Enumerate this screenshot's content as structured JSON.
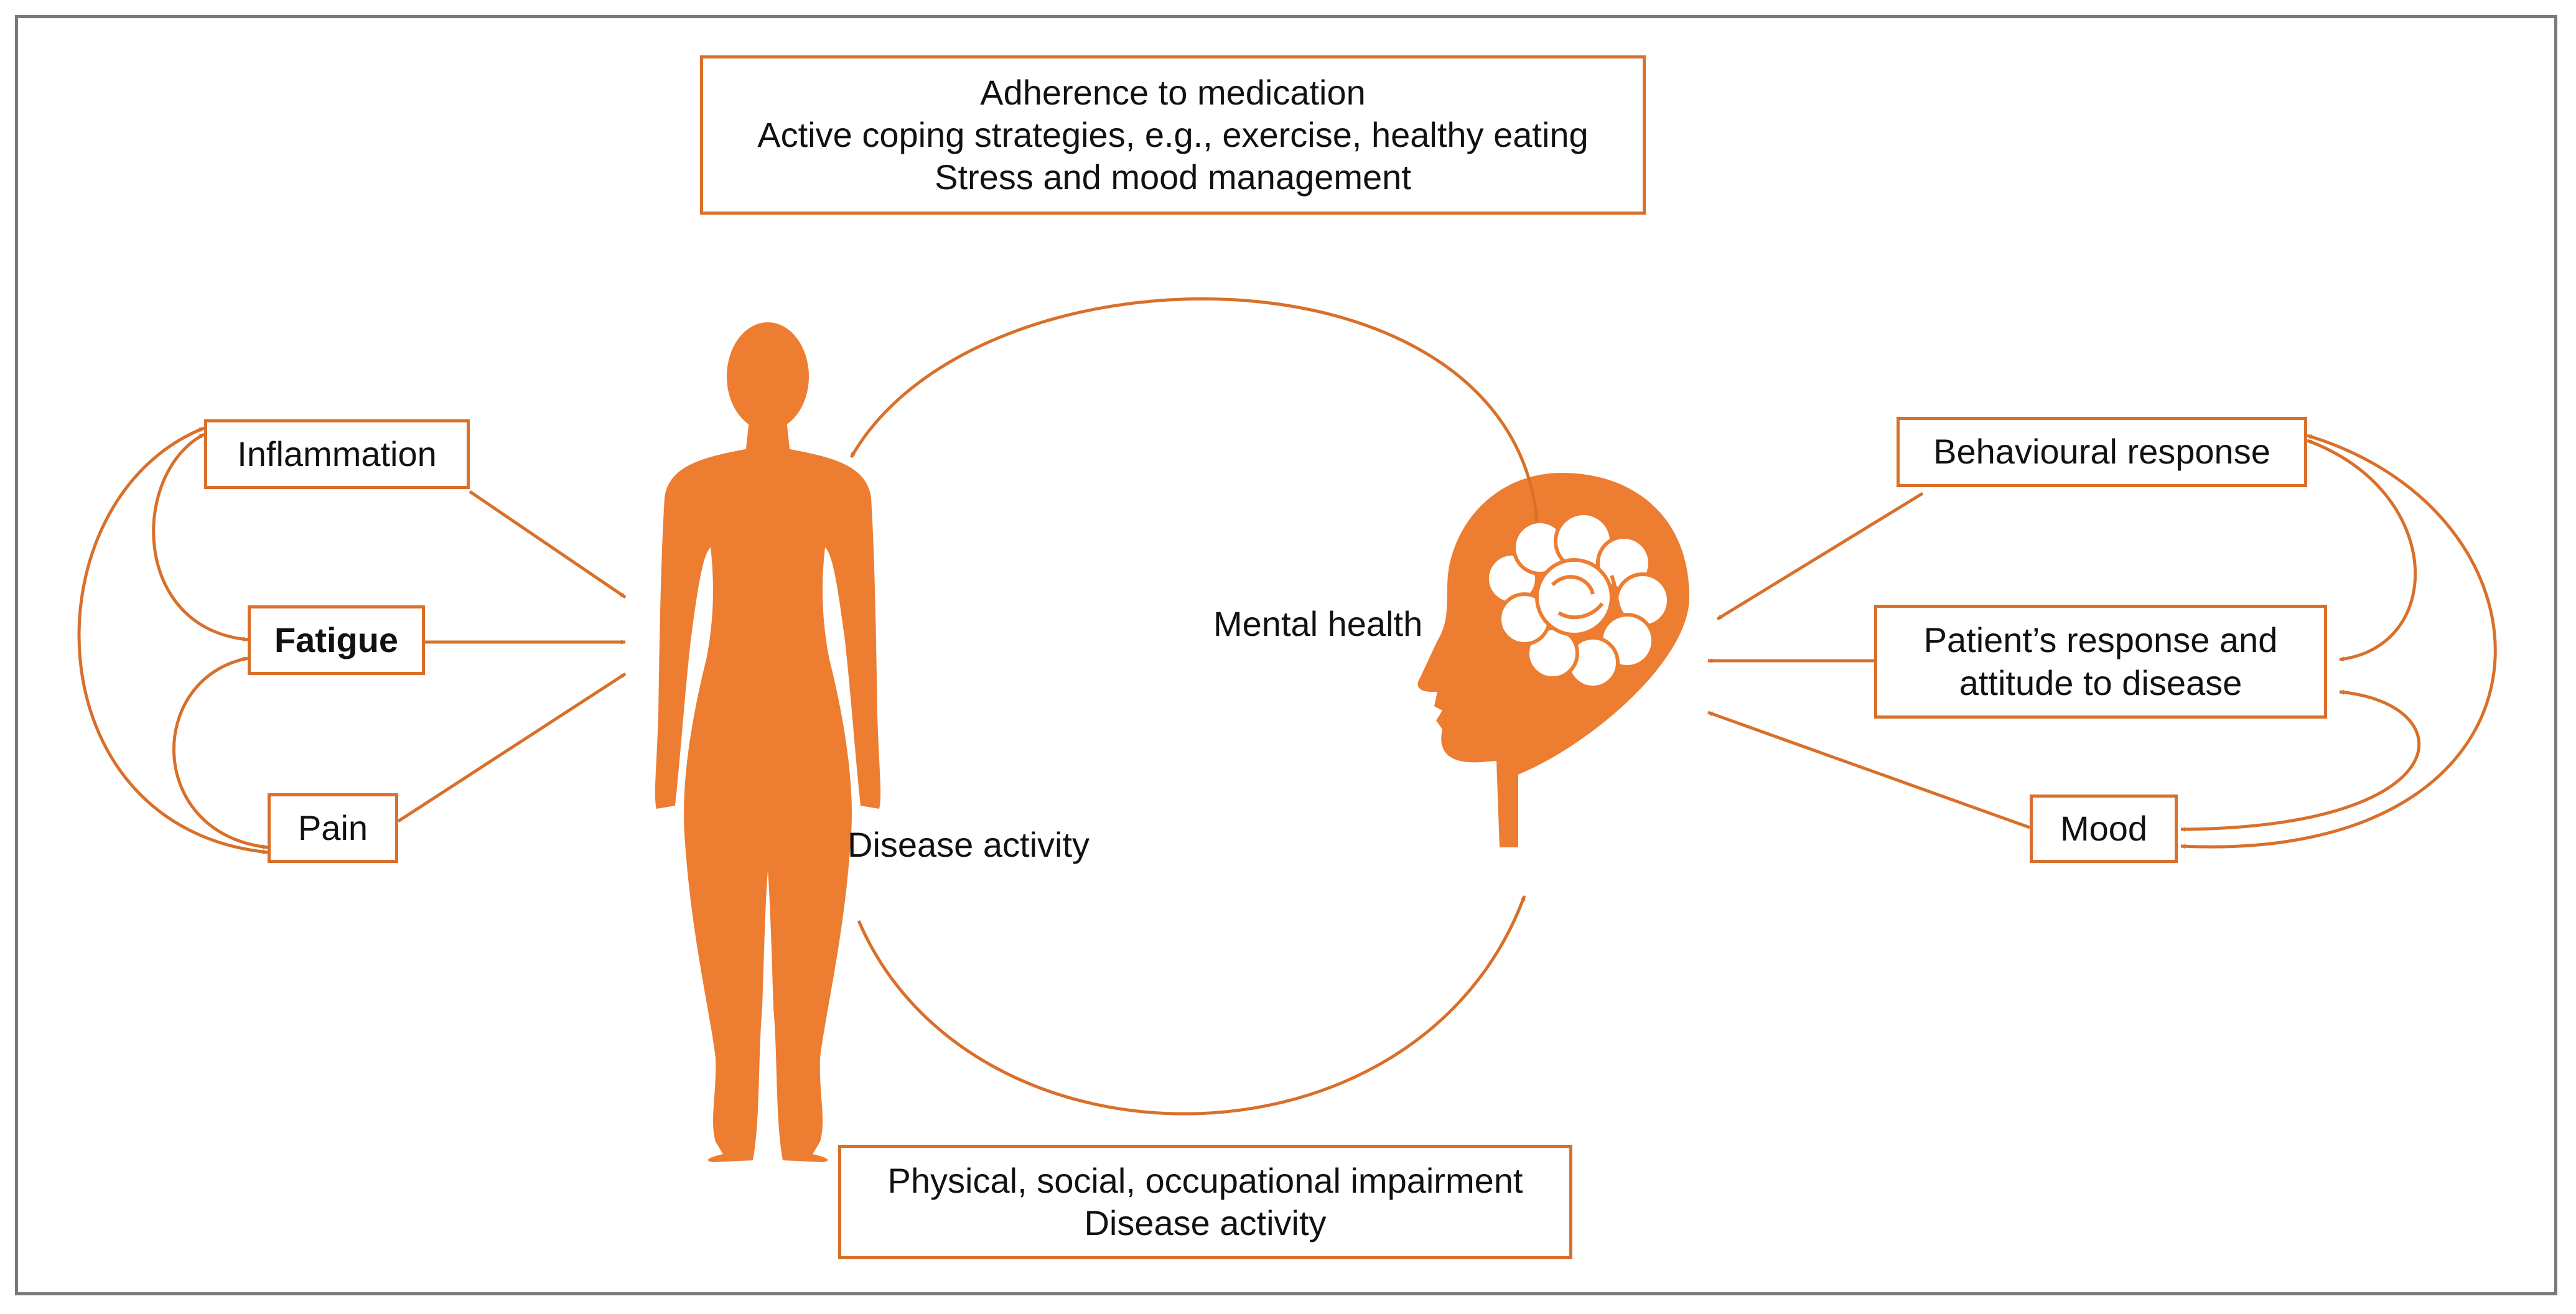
{
  "colors": {
    "accent": "#ed7d31",
    "arrow": "#d9702a",
    "frame": "#7a7a7a",
    "brain": "#ffffff"
  },
  "top_box": {
    "lines": [
      "Adherence to medication",
      "Active coping strategies, e.g., exercise, healthy eating",
      "Stress and mood management"
    ]
  },
  "bottom_box": {
    "lines": [
      "Physical, social, occupational impairment",
      "Disease activity"
    ]
  },
  "left": {
    "inflammation": "Inflammation",
    "fatigue": "Fatigue",
    "pain": "Pain"
  },
  "right": {
    "behavioural": "Behavioural response",
    "patient_lines": [
      "Patient’s response and",
      "attitude to disease"
    ],
    "mood": "Mood"
  },
  "labels": {
    "mental_health": "Mental health",
    "disease_activity": "Disease activity"
  },
  "icons": {
    "body": "human-body-silhouette-icon",
    "head": "head-with-brain-icon"
  }
}
